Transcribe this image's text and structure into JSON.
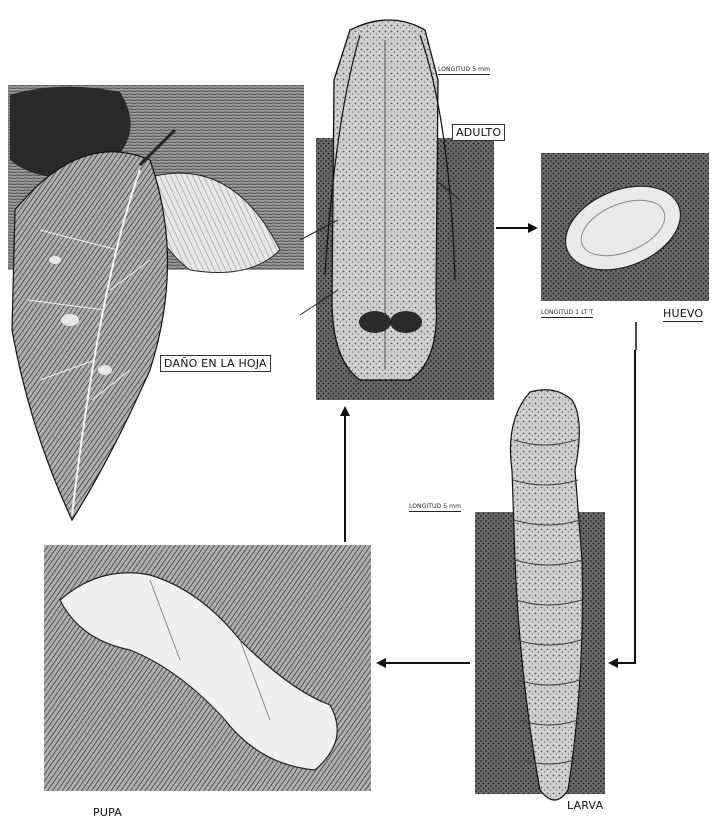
{
  "labels": {
    "damage": "DAÑO EN LA HOJA",
    "adult": "ADULTO",
    "egg": "HUEVO",
    "larva": "LARVA",
    "pupa": "PUPA",
    "adult_length": "LONGITUD 5 mm",
    "egg_length": "LONGITUD 1 LT T",
    "larva_length": "LONGITUD 5 mm"
  },
  "colors": {
    "ink": "#111111",
    "paper": "#ffffff",
    "panel_dark": "#3a3a3a",
    "panel_mid": "#8a8a8a",
    "panel_light": "#d8d8d8"
  },
  "cycle_order": [
    "ADULTO",
    "HUEVO",
    "LARVA",
    "PUPA"
  ]
}
